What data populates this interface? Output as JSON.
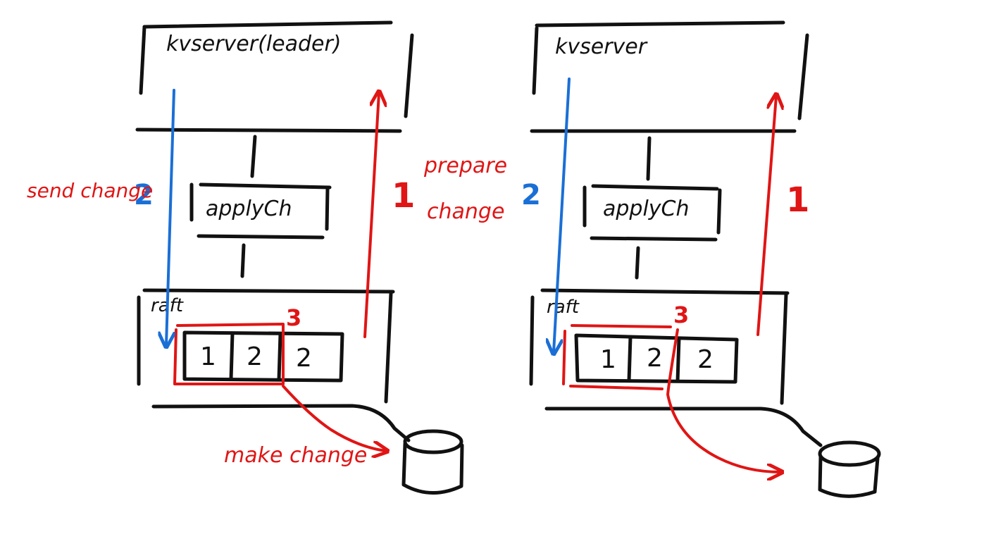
{
  "left_node": {
    "title": "kvserver(leader)",
    "apply_label": "applyCh",
    "raft_label": "raft",
    "log_entries": [
      "1",
      "2",
      "2"
    ],
    "step1": "1",
    "step2": "2",
    "step3": "3",
    "prepare_line1": "prepare",
    "prepare_line2": "change",
    "send_label": "send change",
    "make_label": "make change"
  },
  "right_node": {
    "title": "kvserver",
    "apply_label": "applyCh",
    "raft_label": "raft",
    "log_entries": [
      "1",
      "2",
      "2"
    ],
    "step1": "1",
    "step2": "2",
    "step3": "3"
  },
  "colors": {
    "ink": "#111111",
    "red": "#e01515",
    "blue": "#1a6fd6"
  }
}
